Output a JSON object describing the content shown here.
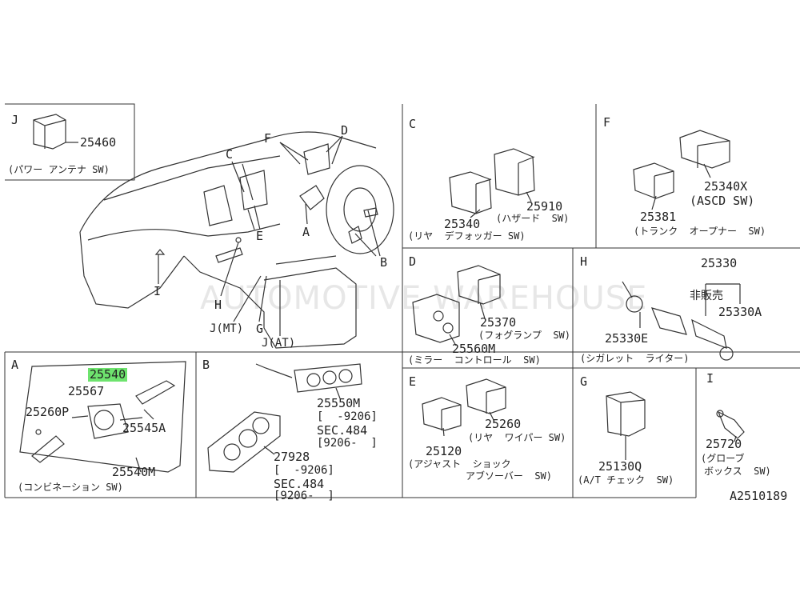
{
  "watermark": "AUTOMOTIVE WAREHOUSE",
  "doc_code": "A2510189",
  "overview": {
    "labels": {
      "C": "C",
      "F": "F",
      "D": "D",
      "A": "A",
      "B": "B",
      "E": "E",
      "I": "I",
      "H": "H",
      "G": "G",
      "JMT": "J(MT)",
      "JAT": "J(AT)"
    }
  },
  "sections": {
    "J": {
      "letter": "J",
      "part": "25460",
      "caption": "(パワー アンテナ SW)"
    },
    "C": {
      "letter": "C",
      "part1": "25910",
      "cap1": "(ハザード  SW)",
      "part2": "25340",
      "cap2": "(リヤ  デフォッガー SW)"
    },
    "F": {
      "letter": "F",
      "part1": "25340X",
      "cap1": "(ASCD SW)",
      "part2": "25381",
      "cap2": "(トランク  オープナー  SW)"
    },
    "D": {
      "letter": "D",
      "part1": "25370",
      "cap1": "(フォグランプ  SW)",
      "part2": "25560M",
      "cap2": "(ミラー  コントロール  SW)"
    },
    "H": {
      "letter": "H",
      "part1": "25330",
      "note": "非販売",
      "part2": "25330A",
      "part3": "25330E",
      "cap": "(シガレット  ライター)"
    },
    "A": {
      "letter": "A",
      "p1": "25540",
      "p2": "25567",
      "p3": "25260P",
      "p4": "25545A",
      "p5": "25540M",
      "cap": "(コンビネーション SW)"
    },
    "B": {
      "letter": "B",
      "p1": "25550M",
      "p1a": "[  -9206]",
      "p1b": "SEC.484",
      "p1c": "[9206-  ]",
      "p2": "27928",
      "p2a": "[  -9206]",
      "p2b": "SEC.484",
      "p2c": "[9206-  ]"
    },
    "E": {
      "letter": "E",
      "p1": "25260",
      "cap1": "(リヤ  ワイパー SW)",
      "p2": "25120",
      "cap2a": "(アジャスト  ショック",
      "cap2b": "アブソーバー  SW)"
    },
    "G": {
      "letter": "G",
      "p1": "25130Q",
      "cap": "(A/T チェック  SW)"
    },
    "I": {
      "letter": "I",
      "p1": "25720",
      "cap1": "(グローブ",
      "cap2": "ボックス  SW)"
    }
  }
}
